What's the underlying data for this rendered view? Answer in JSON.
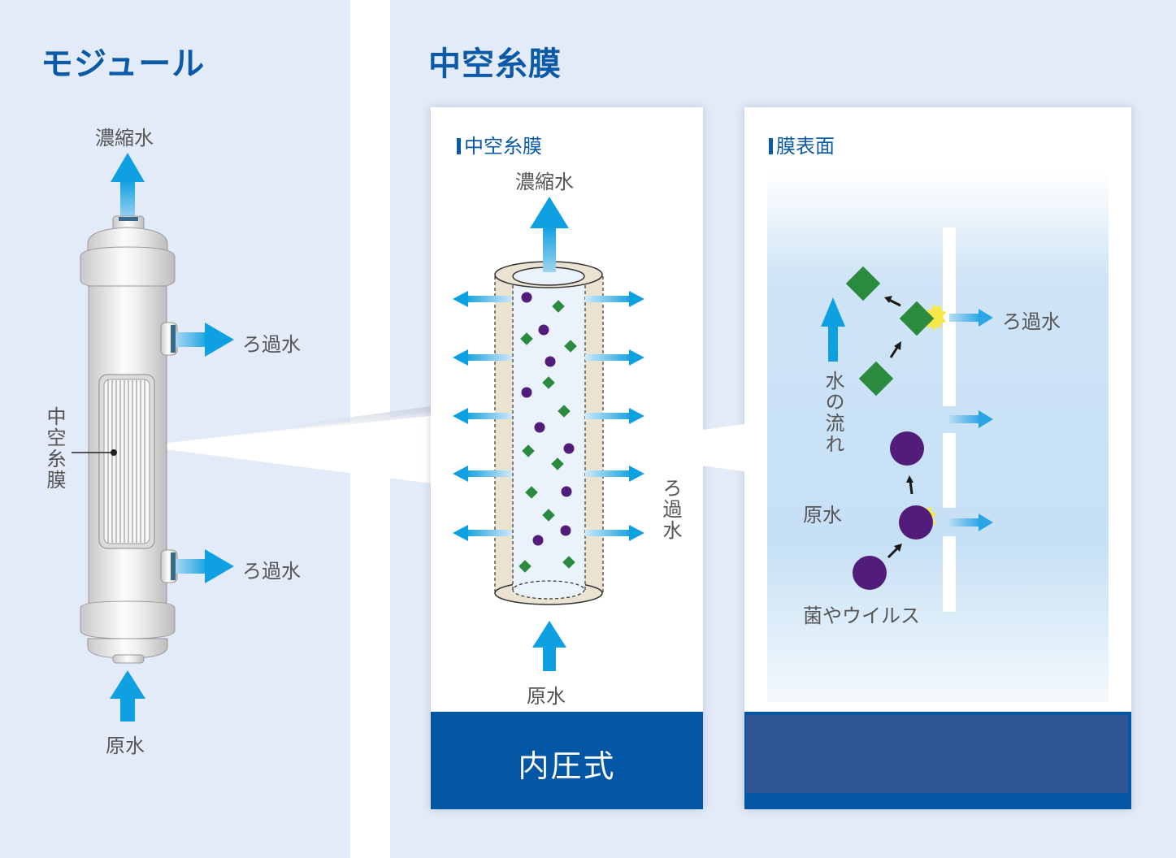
{
  "module": {
    "title": "モジュール",
    "labels": {
      "concentrate": "濃縮水",
      "filtrate_top": "ろ過水",
      "filtrate_bottom": "ろ過水",
      "hollow_fiber": "中空糸膜",
      "raw_water": "原水"
    }
  },
  "hollow_fiber": {
    "title": "中空糸膜",
    "card": {
      "heading": "中空糸膜",
      "concentrate": "濃縮水",
      "filtrate": "ろ過水",
      "raw_water": "原水",
      "footer": "内圧式"
    }
  },
  "membrane_surface": {
    "card": {
      "heading": "膜表面",
      "filtrate": "ろ過水",
      "water_flow": "水の流れ",
      "raw_water": "原水",
      "bacteria_virus": "菌やウイルス",
      "footer": ""
    }
  },
  "colors": {
    "brand_blue": "#0a5aa8",
    "arrow_blue": "#0ea0e0",
    "particle_purple": "#521c7a",
    "particle_green": "#2a8a3e",
    "highlight_yellow": "#f7e84a",
    "footer_blue": "#0256a3"
  }
}
